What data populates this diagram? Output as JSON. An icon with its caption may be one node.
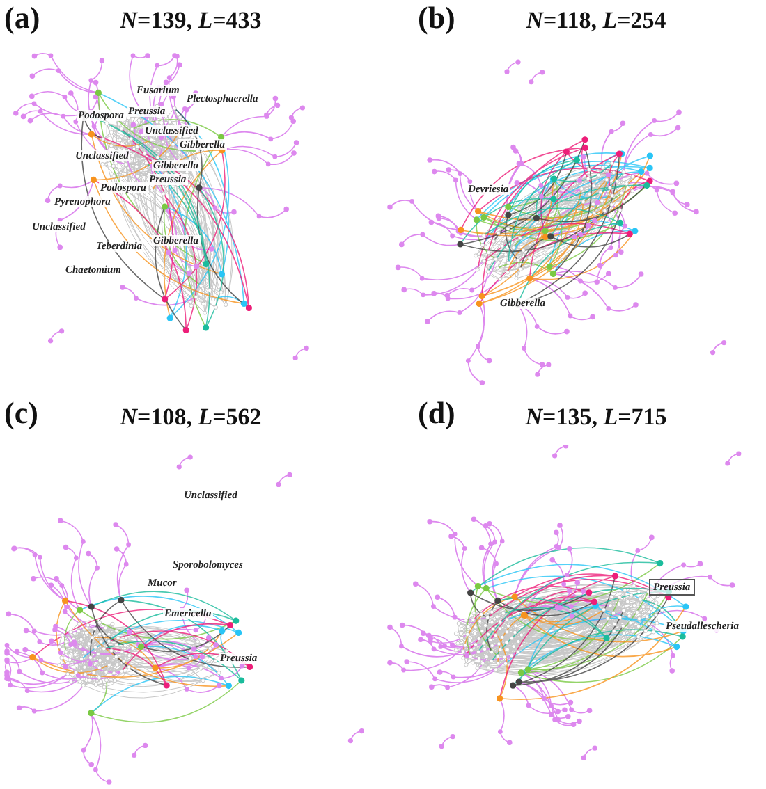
{
  "diagram": {
    "labels": [
      "(a)",
      "*N*=139, *L*=433",
      "Fusarium",
      "Plectosphaerella",
      "Podospora",
      "Preussia",
      "Unclassified",
      "Gibberella",
      "Unclassified",
      "Gibberella",
      "Preussia",
      "Podospora",
      "Pyrenophora",
      "Unclassified",
      "Teberdinia",
      "Gibberella",
      "Chaetomium",
      "(b)",
      "*N*=118, *L*=254",
      "Devriesia",
      "Gibberella",
      "(c)",
      "*N*=108, *L*=562",
      "Unclassified",
      "Sporobolomyces",
      "Mucor",
      "Emericella",
      "Preussia",
      "(d)",
      "*N*=135, *L*=715",
      "Preussia",
      "Pseudallescheria"
    ]
  }
}
